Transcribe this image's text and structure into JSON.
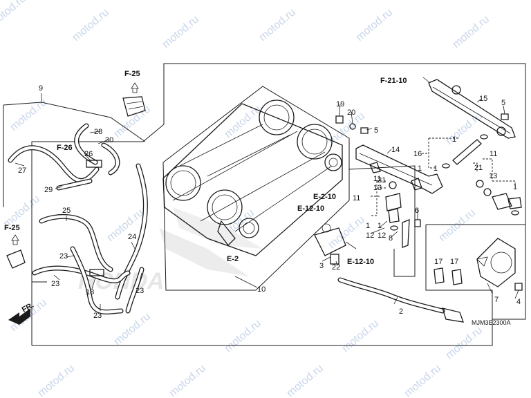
{
  "watermark": "motod.ru",
  "diagram_code": "MJM3E2300A",
  "front_marker": "FR.",
  "brand_mark": "HONDA",
  "refs": {
    "f25_top": "F-25",
    "f25_left": "F-25",
    "f26": "F-26",
    "f21_10": "F-21-10",
    "e2_10": "E-2-10",
    "e12_10_a": "E-12-10",
    "e12_10_b": "E-12-10",
    "e2": "E-2"
  },
  "part_labels": [
    "1",
    "1",
    "1",
    "1",
    "1",
    "1",
    "2",
    "3",
    "4",
    "5",
    "5",
    "6",
    "7",
    "8",
    "9",
    "10",
    "11",
    "11",
    "11",
    "12",
    "12",
    "13",
    "13",
    "14",
    "15",
    "16",
    "17",
    "17",
    "18",
    "19",
    "20",
    "21",
    "21",
    "22",
    "23",
    "23",
    "23",
    "23",
    "24",
    "25",
    "26",
    "27",
    "28",
    "29",
    "30"
  ]
}
